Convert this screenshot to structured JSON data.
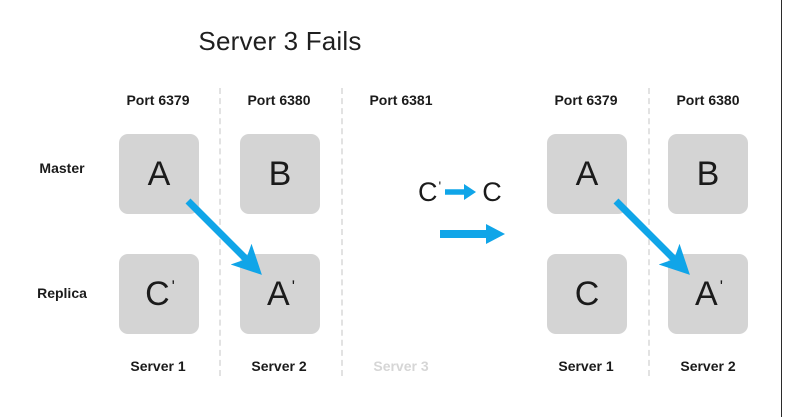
{
  "title": "Server 3 Fails",
  "colors": {
    "accent": "#10a5e8",
    "node_fill": "#d4d4d4",
    "text": "#1b1b1b",
    "dimmed_text": "#d6d6d6",
    "divider": "#e2e2e2",
    "background": "#ffffff",
    "frame_edge": "#2b2b2b"
  },
  "row_labels": {
    "master": "Master",
    "replica": "Replica"
  },
  "left_panel": {
    "columns": [
      {
        "port": "Port 6379",
        "server": "Server 1",
        "server_failed": false,
        "master": "A",
        "master_prime": false,
        "replica": "C",
        "replica_prime": true
      },
      {
        "port": "Port 6380",
        "server": "Server 2",
        "server_failed": false,
        "master": "B",
        "master_prime": false,
        "replica": "A",
        "replica_prime": true
      },
      {
        "port": "Port 6381",
        "server": "Server 3",
        "server_failed": true,
        "master": null,
        "master_prime": false,
        "replica": null,
        "replica_prime": false
      }
    ]
  },
  "right_panel": {
    "columns": [
      {
        "port": "Port 6379",
        "server": "Server 1",
        "server_failed": false,
        "master": "A",
        "master_prime": false,
        "replica": "C",
        "replica_prime": false
      },
      {
        "port": "Port 6380",
        "server": "Server 2",
        "server_failed": false,
        "master": "B",
        "master_prime": false,
        "replica": "A",
        "replica_prime": true
      }
    ]
  },
  "middle_annotation": {
    "from": "C",
    "from_prime": true,
    "to": "C",
    "to_prime": false,
    "arrow_icon": "right-arrow-icon",
    "transition_arrow_icon": "right-arrow-icon"
  },
  "replication_arrows": [
    {
      "name": "left-replication-arrow",
      "from_node": "A",
      "to_node": "A'"
    },
    {
      "name": "right-replication-arrow",
      "from_node": "A",
      "to_node": "A'"
    }
  ]
}
